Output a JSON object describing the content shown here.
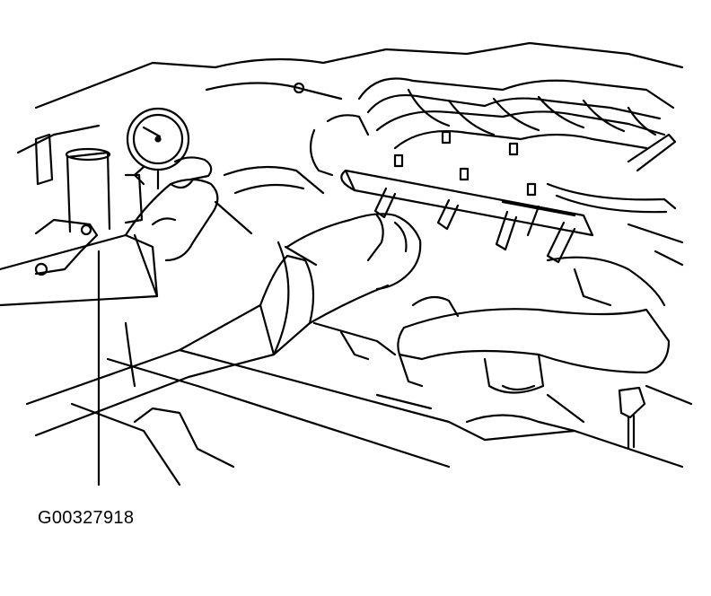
{
  "figure": {
    "caption": "G00327918",
    "line_color": "#000000",
    "background": "#ffffff",
    "parts": [
      "pressure-gauge",
      "hand-left",
      "hand-right",
      "fuel-rail",
      "fuel-injectors",
      "intake-manifold",
      "coolant-hose",
      "engine-block",
      "dipstick-handle"
    ]
  }
}
